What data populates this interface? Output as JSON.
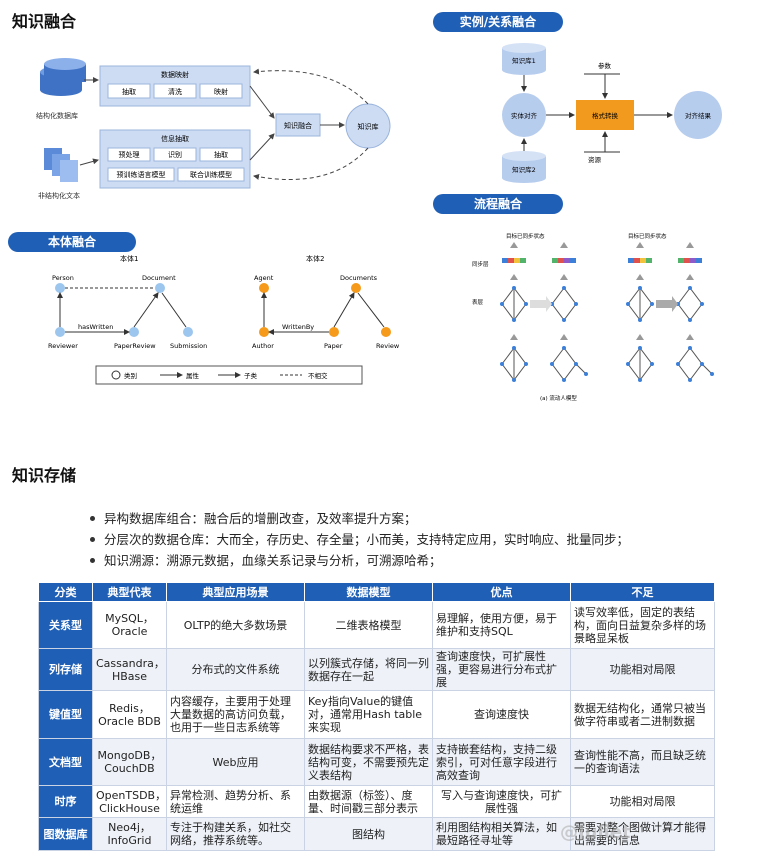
{
  "sections": {
    "fusion": "知识融合",
    "storage": "知识存储"
  },
  "pills": {
    "instance": "实例/关系融合",
    "process": "流程融合",
    "ontology": "本体融合"
  },
  "fusion": {
    "mapping_title": "数据映射",
    "mapping_items": [
      "抽取",
      "清洗",
      "映射"
    ],
    "extract_title": "信息抽取",
    "extract_items": [
      "预处理",
      "识别",
      "抽取",
      "预训练语言模型",
      "联合训练模型"
    ],
    "structured": "结构化数据库",
    "unstructured": "非结构化文本",
    "kf": "知识融合",
    "kb": "知识库"
  },
  "instance": {
    "kb1": "知识库1",
    "kb2": "知识库2",
    "align": "实体对齐",
    "convert": "格式转换",
    "result": "对齐结果",
    "params": "参数",
    "resource": "资源"
  },
  "ontology": {
    "o1": "本体1",
    "o2": "本体2",
    "nodes1": [
      "Person",
      "Document",
      "Reviewer",
      "PaperReview",
      "Submission"
    ],
    "edge1": "hasWritten",
    "nodes2": [
      "Agent",
      "Documents",
      "Author",
      "Paper",
      "Review"
    ],
    "edge2": "WrittenBy",
    "legend": [
      "类别",
      "属性",
      "子类",
      "不相交"
    ]
  },
  "process": {
    "caption": "(a) 流动人模型",
    "row1": "同步层",
    "row2": "表层",
    "col": "目标已同步状态"
  },
  "bullets": [
    "异构数据库组合：融合后的增删改查，及效率提升方案；",
    "分层次的数据仓库：大而全，存历史、存全量；小而美，支持特定应用，实时响应、批量同步；",
    "知识溯源：溯源元数据，血缘关系记录与分析，可溯源哈希；"
  ],
  "table": {
    "headers": [
      "分类",
      "典型代表",
      "典型应用场景",
      "数据模型",
      "优点",
      "不足"
    ],
    "rows": [
      [
        "关系型",
        "MySQL，Oracle",
        "OLTP的绝大多数场景",
        "二维表格模型",
        "易理解，使用方便，易于维护和支持SQL",
        "读写效率低，固定的表结构，面向日益复杂多样的场景略显呆板"
      ],
      [
        "列存储",
        "Cassandra，HBase",
        "分布式的文件系统",
        "以列簇式存储，将同一列数据存在一起",
        "查询速度快，可扩展性强，更容易进行分布式扩展",
        "功能相对局限"
      ],
      [
        "键值型",
        "Redis，Oracle BDB",
        "内容缓存，主要用于处理大量数据的高访问负载，也用于一些日志系统等",
        "Key指向Value的键值对，通常用Hash table来实现",
        "查询速度快",
        "数据无结构化，通常只被当做字符串或者二进制数据"
      ],
      [
        "文档型",
        "MongoDB，CouchDB",
        "Web应用",
        "数据结构要求不严格，表结构可变，不需要预先定义表结构",
        "支持嵌套结构，支持二级索引，可对任意字段进行高效查询",
        "查询性能不高，而且缺乏统一的查询语法"
      ],
      [
        "时序",
        "OpenTSDB，ClickHouse",
        "异常检测、趋势分析、系统运维",
        "由数据源（标签）、度量、时间戳三部分表示",
        "写入与查询速度快，可扩展性强",
        "功能相对局限"
      ],
      [
        "图数据库",
        "Neo4j，InfoGrid",
        "专注于构建关系，如社交网络，推荐系统等。",
        "图结构",
        "利用图结构相关算法，如最短路径寻址等",
        "需要对整个图做计算才能得出需要的信息"
      ]
    ]
  },
  "watermark": "@Juliet"
}
